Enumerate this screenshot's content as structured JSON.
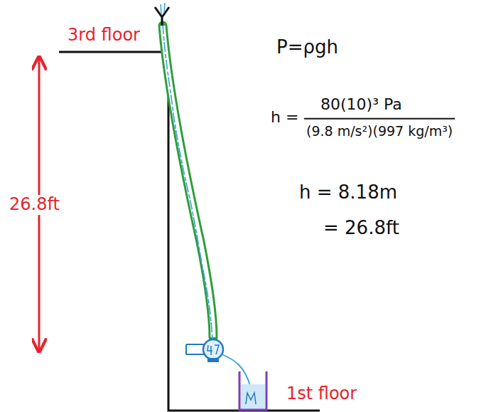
{
  "diagram": {
    "labels": [
      "3rd floor",
      "26.8ft",
      "P=ρgh",
      "h =",
      "80(10)³ Pa",
      "(9.8 m/s²)(997 kg/m³)",
      "h = 8.18m",
      "= 26.8ft",
      "1st floor"
    ]
  }
}
